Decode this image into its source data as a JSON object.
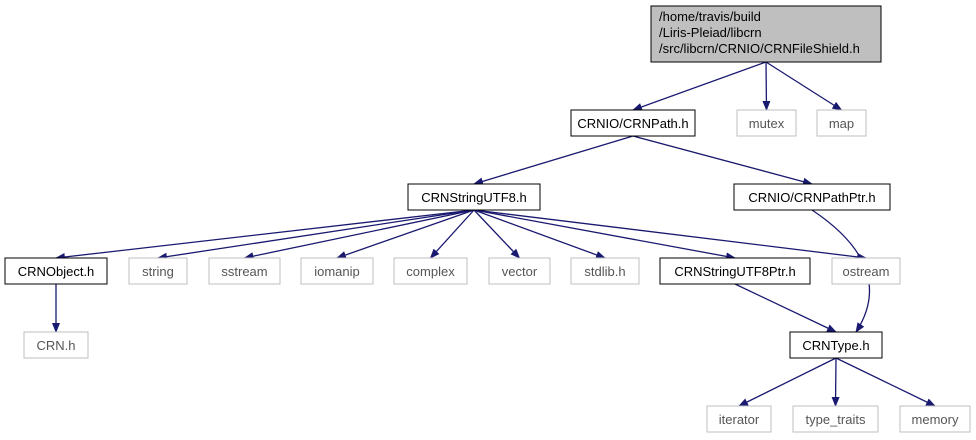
{
  "diagram": {
    "colors": {
      "edge": "#191970",
      "root_fill": "#bfbfbf",
      "border_documented": "#000000",
      "border_external": "#bfbfbf"
    },
    "nodes": [
      {
        "id": "root",
        "kind": "root",
        "lines": [
          "/home/travis/build",
          "/Liris-Pleiad/libcrn",
          "/src/libcrn/CRNIO/CRNFileShield.h"
        ]
      },
      {
        "id": "crnpath",
        "kind": "doc",
        "lines": [
          "CRNIO/CRNPath.h"
        ]
      },
      {
        "id": "mutex",
        "kind": "ext",
        "lines": [
          "mutex"
        ]
      },
      {
        "id": "map",
        "kind": "ext",
        "lines": [
          "map"
        ]
      },
      {
        "id": "crnstringutf8",
        "kind": "doc",
        "lines": [
          "CRNStringUTF8.h"
        ]
      },
      {
        "id": "crnpathptr",
        "kind": "doc",
        "lines": [
          "CRNIO/CRNPathPtr.h"
        ]
      },
      {
        "id": "crnobject",
        "kind": "doc",
        "lines": [
          "CRNObject.h"
        ]
      },
      {
        "id": "string",
        "kind": "ext",
        "lines": [
          "string"
        ]
      },
      {
        "id": "sstream",
        "kind": "ext",
        "lines": [
          "sstream"
        ]
      },
      {
        "id": "iomanip",
        "kind": "ext",
        "lines": [
          "iomanip"
        ]
      },
      {
        "id": "complex",
        "kind": "ext",
        "lines": [
          "complex"
        ]
      },
      {
        "id": "vector",
        "kind": "ext",
        "lines": [
          "vector"
        ]
      },
      {
        "id": "stdlib",
        "kind": "ext",
        "lines": [
          "stdlib.h"
        ]
      },
      {
        "id": "crnstringutf8ptr",
        "kind": "doc",
        "lines": [
          "CRNStringUTF8Ptr.h"
        ]
      },
      {
        "id": "ostream",
        "kind": "ext",
        "lines": [
          "ostream"
        ]
      },
      {
        "id": "crn",
        "kind": "ext",
        "lines": [
          "CRN.h"
        ]
      },
      {
        "id": "crntype",
        "kind": "doc",
        "lines": [
          "CRNType.h"
        ]
      },
      {
        "id": "iterator",
        "kind": "ext",
        "lines": [
          "iterator"
        ]
      },
      {
        "id": "type_traits",
        "kind": "ext",
        "lines": [
          "type_traits"
        ]
      },
      {
        "id": "memory",
        "kind": "ext",
        "lines": [
          "memory"
        ]
      }
    ],
    "edges": [
      {
        "from": "root",
        "to": "crnpath"
      },
      {
        "from": "root",
        "to": "mutex"
      },
      {
        "from": "root",
        "to": "map"
      },
      {
        "from": "crnpath",
        "to": "crnstringutf8"
      },
      {
        "from": "crnpath",
        "to": "crnpathptr"
      },
      {
        "from": "crnstringutf8",
        "to": "crnobject"
      },
      {
        "from": "crnstringutf8",
        "to": "string"
      },
      {
        "from": "crnstringutf8",
        "to": "sstream"
      },
      {
        "from": "crnstringutf8",
        "to": "iomanip"
      },
      {
        "from": "crnstringutf8",
        "to": "complex"
      },
      {
        "from": "crnstringutf8",
        "to": "vector"
      },
      {
        "from": "crnstringutf8",
        "to": "stdlib"
      },
      {
        "from": "crnstringutf8",
        "to": "crnstringutf8ptr"
      },
      {
        "from": "crnstringutf8",
        "to": "ostream"
      },
      {
        "from": "crnobject",
        "to": "crn"
      },
      {
        "from": "crnstringutf8ptr",
        "to": "crntype"
      },
      {
        "from": "crnpathptr",
        "to": "crntype"
      },
      {
        "from": "crntype",
        "to": "iterator"
      },
      {
        "from": "crntype",
        "to": "type_traits"
      },
      {
        "from": "crntype",
        "to": "memory"
      }
    ]
  }
}
